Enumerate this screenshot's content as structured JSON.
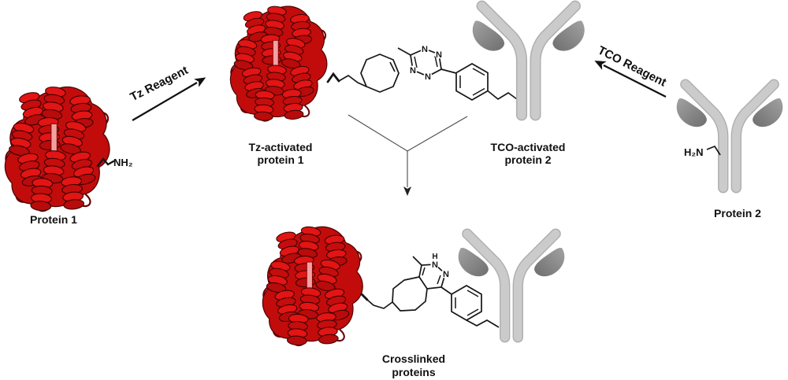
{
  "diagram": {
    "proteins": {
      "protein1_label": "Protein 1",
      "protein2_label": "Protein 2",
      "tz_activated_line1": "Tz-activated",
      "tz_activated_line2": "protein 1",
      "tco_activated_line1": "TCO-activated",
      "tco_activated_line2": "protein 2",
      "crosslinked_line1": "Crosslinked",
      "crosslinked_line2": "proteins"
    },
    "arrows": {
      "tz_reagent": "Tz Reagent",
      "tco_reagent": "TCO Reagent"
    },
    "chem": {
      "amine_protein1": "NH₂",
      "amine_protein2": "H₂N",
      "tetrazine_n1": "N",
      "tetrazine_n2": "N",
      "tetrazine_n3": "N",
      "tetrazine_n4": "N",
      "pyridazine_h": "H",
      "pyridazine_n1": "N",
      "pyridazine_n2": "N"
    },
    "colors": {
      "protein_red": "#c20c0c",
      "protein_red_bright": "#e01414",
      "protein_red_dark": "#4e0303",
      "protein_strand_pink": "#f4a0a0",
      "antibody_light_gray": "#cbcbcb",
      "antibody_edge_gray": "#aeaeae",
      "antibody_dark_gray": "#8a8a8a",
      "bond_black": "#161616",
      "background": "#ffffff"
    }
  }
}
